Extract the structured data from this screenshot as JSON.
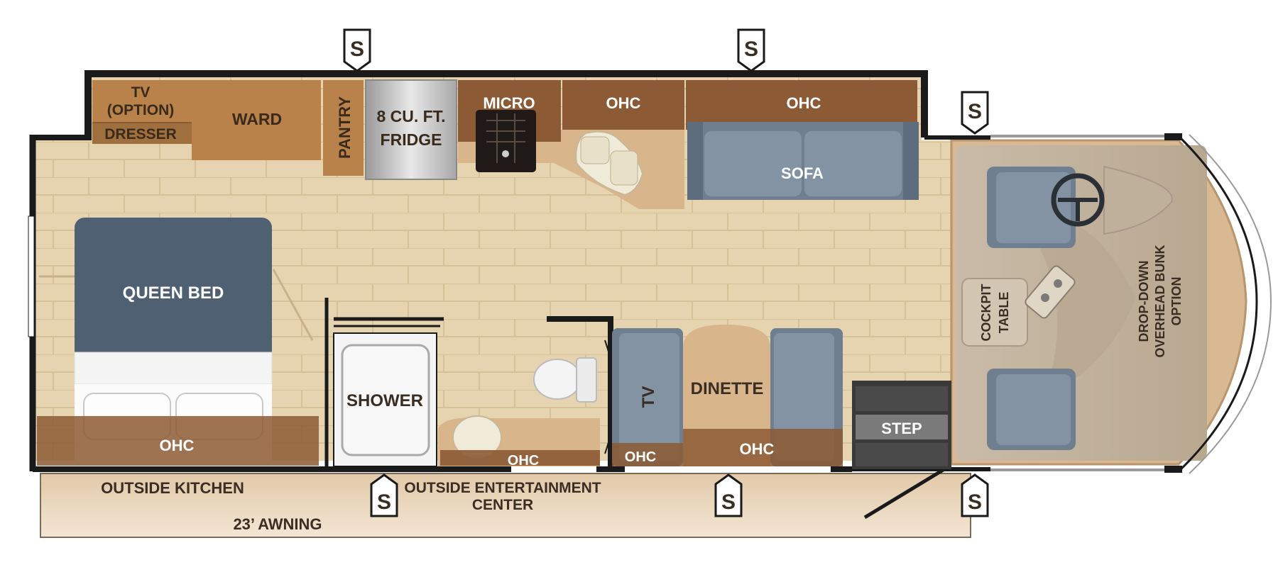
{
  "labels": {
    "tv_option_line1": "TV",
    "tv_option_line2": "(OPTION)",
    "dresser": "DRESSER",
    "ward": "WARD",
    "pantry": "PANTRY",
    "fridge_line1": "8 CU. FT.",
    "fridge_line2": "FRIDGE",
    "micro": "MICRO",
    "ohc_kitchen": "OHC",
    "ohc_sofa": "OHC",
    "sofa": "SOFA",
    "queen_bed": "QUEEN BED",
    "ohc_bed": "OHC",
    "shower": "SHOWER",
    "ohc_bath": "OHC",
    "tv": "TV",
    "ohc_tv": "OHC",
    "dinette": "DINETTE",
    "ohc_dinette": "OHC",
    "step": "STEP",
    "cockpit_line1": "COCKPIT",
    "cockpit_line2": "TABLE",
    "bunk_line1": "DROP-DOWN",
    "bunk_line2": "OVERHEAD BUNK",
    "bunk_line3": "OPTION",
    "outside_kitchen": "OUTSIDE KITCHEN",
    "outside_ent_line1": "OUTSIDE ENTERTAINMENT",
    "outside_ent_line2": "CENTER",
    "awning": "23’ AWNING",
    "slide_marker": "S"
  },
  "colors": {
    "floor": "#e3cfaa",
    "wall": "#1a1a1a",
    "cabinet": "#b8824a",
    "cabinet_dark": "#8c5a34",
    "upholstery": "#6f7f8f",
    "bed": "#4f6073",
    "awning": "#ecd8bf",
    "cockpit": "#cfc4b4"
  }
}
